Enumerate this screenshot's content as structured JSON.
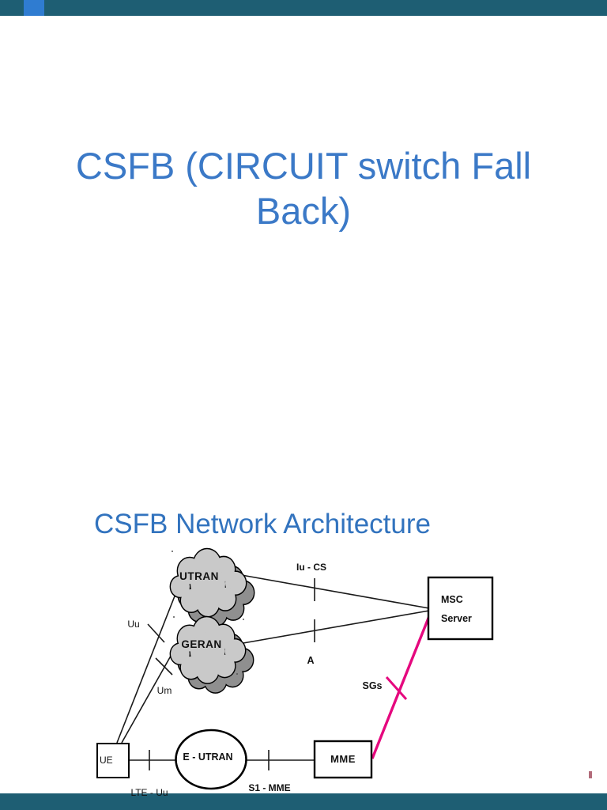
{
  "page": {
    "title": "CSFB (CIRCUIT switch Fall Back)",
    "section_heading": "CSFB Network Architecture"
  },
  "chrome": {
    "top_bar_color": "#1e5e73",
    "bottom_bar_color": "#1e5e73",
    "accent_square_color": "#2f7cd1"
  },
  "diagram": {
    "nodes": {
      "utran": "UTRAN",
      "geran": "GERAN",
      "eutran": "E - UTRAN",
      "ue": "UE",
      "mme": "MME",
      "msc_line1": "MSC",
      "msc_line2": "Server"
    },
    "interfaces": {
      "iu_cs": "Iu - CS",
      "a": "A",
      "sgs": "SGs",
      "uu": "Uu",
      "um": "Um",
      "lte_uu": "LTE - Uu",
      "s1_mme": "S1 - MME"
    },
    "colors": {
      "sgs_line": "#e5087e",
      "cloud_fill": "#c9c9c9",
      "cloud_shadow": "#8f8f8f",
      "stray_mark": "#b26b7a",
      "heading_blue": "#3273be",
      "title_blue": "#3b79c7"
    }
  }
}
